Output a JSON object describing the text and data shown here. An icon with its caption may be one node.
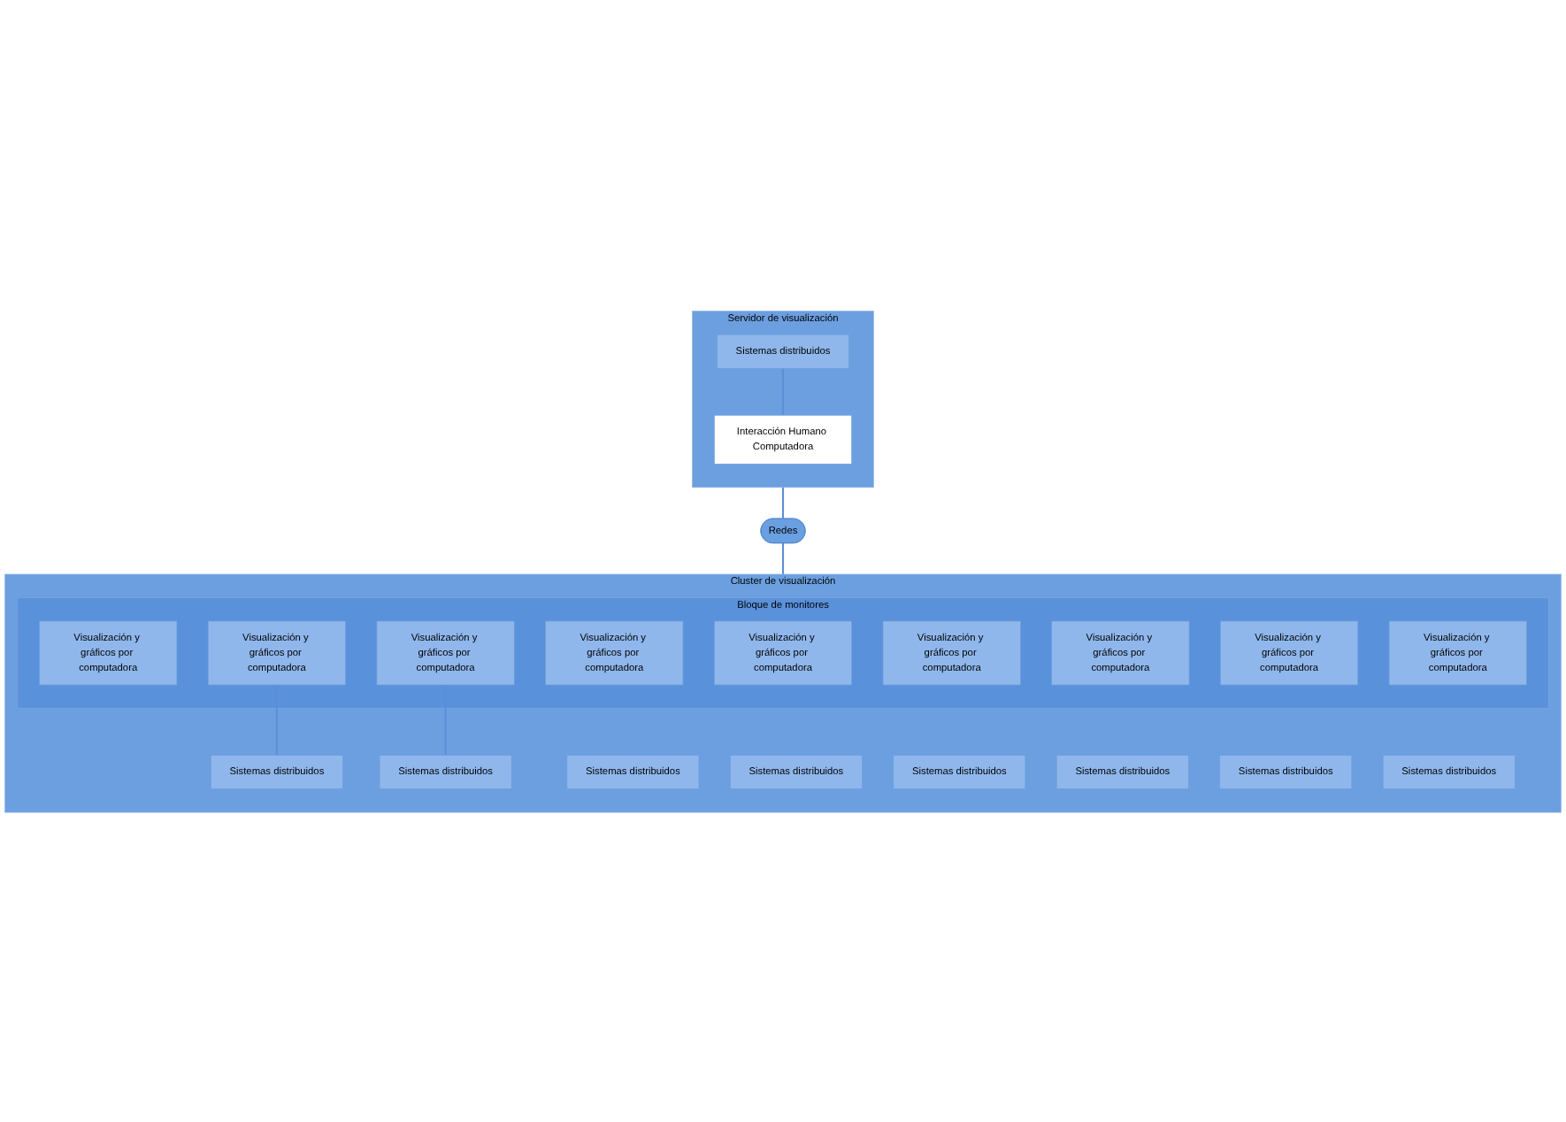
{
  "diagram": {
    "nodes": [
      {
        "text": [
          "Servidor de visualización"
        ]
      },
      {
        "text": [
          "Sistemas distribuidos"
        ],
        "in": 0
      },
      {
        "text": [
          "Interacción Humano Computadora"
        ],
        "in": 0
      },
      {
        "text": [
          "Cluster de visualización"
        ]
      },
      {
        "text": [
          "Bloque de monitores"
        ],
        "in": 3
      },
      {
        "text": [
          "Visualización y gráficos por computadora"
        ],
        "in": 4
      },
      {
        "text": [
          "Visualización y gráficos por computadora"
        ],
        "in": 4
      },
      {
        "text": [
          "Visualización y gráficos por computadora"
        ],
        "in": 4
      },
      {
        "text": [
          "Visualización y gráficos por computadora"
        ],
        "in": 4
      },
      {
        "text": [
          "Visualización y gráficos por computadora"
        ],
        "in": 4
      },
      {
        "text": [
          "Visualización y gráficos por computadora"
        ],
        "in": 4
      },
      {
        "text": [
          "Visualización y gráficos por computadora"
        ],
        "in": 4
      },
      {
        "text": [
          "Visualización y gráficos por computadora"
        ],
        "in": 4
      },
      {
        "text": [
          "Visualización y gráficos por computadora"
        ],
        "in": 4
      },
      {
        "text": [
          "Sistemas distribuidos"
        ],
        "in": 3
      },
      {
        "text": [
          "Sistemas distribuidos"
        ],
        "in": 3
      },
      {
        "text": [
          "Sistemas distribuidos"
        ],
        "in": 3
      },
      {
        "text": [
          "Sistemas distribuidos"
        ],
        "in": 3
      },
      {
        "text": [
          "Sistemas distribuidos"
        ],
        "in": 3
      },
      {
        "text": [
          "Sistemas distribuidos"
        ],
        "in": 3
      },
      {
        "text": [
          "Sistemas distribuidos"
        ],
        "in": 3
      },
      {
        "text": [
          "Sistemas distribuidos"
        ],
        "in": 3
      },
      {
        "text": [
          "Redes"
        ]
      }
    ],
    "edges": [
      {
        "from": 1,
        "to": 2,
        "arrow": "none"
      },
      {
        "from": 0,
        "to": 22,
        "arrow": "none"
      },
      {
        "from": 22,
        "to": 3,
        "arrow": "none"
      },
      {
        "from": 11,
        "to": 14,
        "arrow": "none"
      },
      {
        "from": 13,
        "to": 21,
        "arrow": "none"
      }
    ]
  }
}
